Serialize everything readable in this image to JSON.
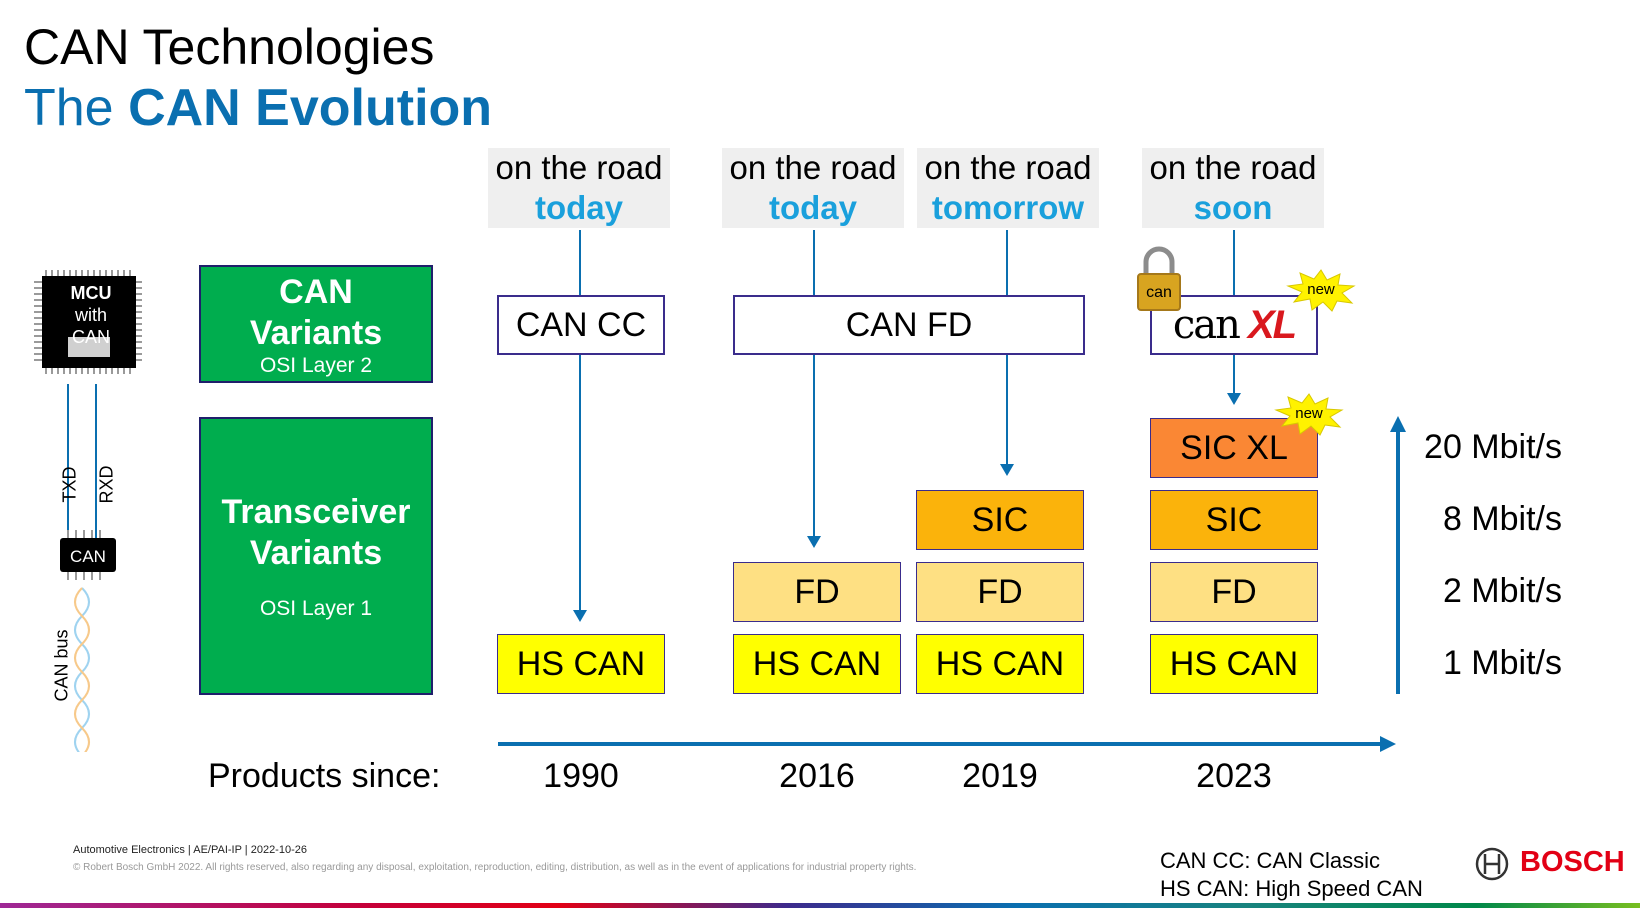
{
  "title": {
    "line1": "CAN Technologies",
    "line2_prefix": "The ",
    "line2_bold": "CAN Evolution"
  },
  "status_labels": [
    {
      "top": "on the road",
      "bottom": "today"
    },
    {
      "top": "on the road",
      "bottom": "today"
    },
    {
      "top": "on the road",
      "bottom": "tomorrow"
    },
    {
      "top": "on the road",
      "bottom": "soon"
    }
  ],
  "left_panel": {
    "can_variants": {
      "line1": "CAN",
      "line2": "Variants",
      "sub": "OSI Layer 2"
    },
    "transceiver_variants": {
      "line1": "Transceiver",
      "line2": "Variants",
      "sub": "OSI Layer 1"
    }
  },
  "mcu": {
    "line1": "MCU",
    "line2": "with",
    "line3": "CAN",
    "txd": "TXD",
    "rxd": "RXD",
    "can_chip": "CAN",
    "bus_label": "CAN bus"
  },
  "protocols": {
    "cc": "CAN CC",
    "fd": "CAN FD",
    "xl_logo_can": "can",
    "xl_logo_xl": "XL",
    "lock_label": "can",
    "new_badge": "new"
  },
  "transceivers": {
    "hs_can": "HS CAN",
    "fd": "FD",
    "sic": "SIC",
    "sic_xl": "SIC XL",
    "new_badge": "new"
  },
  "rates": [
    "20 Mbit/s",
    "8 Mbit/s",
    "2 Mbit/s",
    "1 Mbit/s"
  ],
  "timeline": {
    "label": "Products since:",
    "years": [
      "1990",
      "2016",
      "2019",
      "2023"
    ]
  },
  "footer": {
    "line1": "Automotive Electronics | AE/PAI-IP | 2022-10-26",
    "line2": "© Robert Bosch GmbH 2022. All rights reserved, also regarding any disposal, exploitation, reproduction, editing, distribution, as well as in the event of applications for industrial property rights.",
    "legend1": "CAN CC: CAN Classic",
    "legend2": "HS CAN: High Speed CAN",
    "brand": "BOSCH"
  },
  "colors": {
    "accent_blue": "#0a6fb0",
    "highlight_blue": "#1aa0dc",
    "green": "#00ad4e",
    "hs_can": "#ffff00",
    "fd": "#fee083",
    "sic": "#fbb30b",
    "sic_xl": "#fa8734",
    "bosch_red": "#e20015"
  }
}
